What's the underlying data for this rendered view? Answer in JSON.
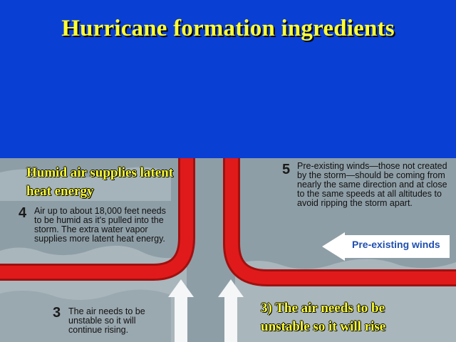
{
  "slide": {
    "title": "Hurricane formation ingredients"
  },
  "diagram": {
    "overlay_humid": "Humid air supplies latent heat energy",
    "overlay_unstable": "3) The air needs to be unstable so it will rise",
    "step4": {
      "number": "4",
      "text": "Air up to about 18,000 feet needs to be humid as it's pulled into the storm. The extra water vapor supplies more latent heat energy."
    },
    "step5": {
      "number": "5",
      "text": "Pre-existing winds—those not created by the storm—should be coming from nearly the same direction and at close to the same speeds at all altitudes to avoid ripping the storm apart."
    },
    "step3": {
      "number": "3",
      "text": "The air needs to be unstable so it will continue rising."
    },
    "winds_label": "Pre-existing winds"
  },
  "colors": {
    "background": "#0a3fd4",
    "title": "#ffff33",
    "diagram_background": "#8e9ea6",
    "flow_path": "#e01a1a",
    "winds_label": "#1f4fb0"
  }
}
